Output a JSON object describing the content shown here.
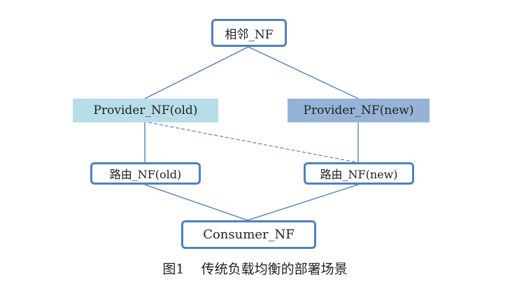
{
  "diagram": {
    "nodes": {
      "top": "相邻_NF",
      "provider_old": "Provider_NF(old)",
      "provider_new": "Provider_NF(new)",
      "route_old": "路由_NF(old)",
      "route_new": "路由_NF(new)",
      "consumer": "Consumer_NF"
    },
    "colors": {
      "border": "#4f81bd",
      "line": "#4a7ab8",
      "provider_old_fill": "#b7dde8",
      "provider_new_fill": "#95b3d7"
    }
  },
  "caption": "图1    传统负载均衡的部署场景"
}
